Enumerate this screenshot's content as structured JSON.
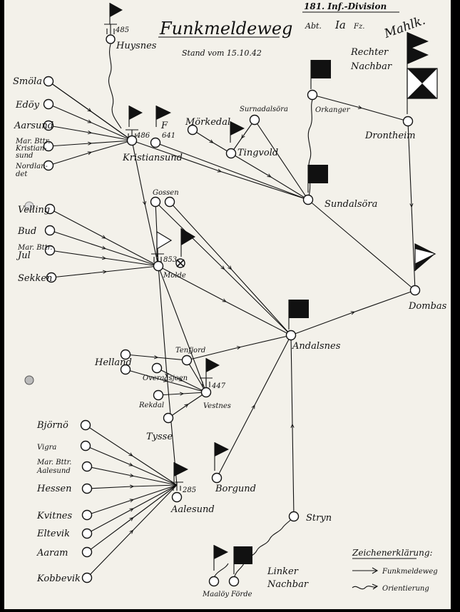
{
  "header": {
    "title": "Funkmeldeweg",
    "subtitle": "Stand vom 15.10.42",
    "stamp_line1": "181. Inf.-Division",
    "stamp_abt": "Abt.",
    "stamp_ia": "Ia",
    "stamp_fz": "Fz.",
    "signature": "Mahlk."
  },
  "labels": {
    "rechter1": "Rechter",
    "rechter2": "Nachbar",
    "linker1": "Linker",
    "linker2": "Nachbar",
    "code485": "485",
    "code486": "486",
    "code641": "641",
    "codeF": "F",
    "code853": "853",
    "code447": "447",
    "code285": "285"
  },
  "legend": {
    "title": "Zeichenerklärung:",
    "item1": "Funkmeldeweg",
    "item2": "Orientierung"
  },
  "places": {
    "huysnes": "Huysnes",
    "smola": "Smöla",
    "edoy": "Edöy",
    "aarsund": "Aarsund",
    "mar_kr_1": "Mar. Bttr.",
    "mar_kr_2": "Kristian-",
    "mar_kr_3": "sund",
    "nordlandet_1": "Nordlan-",
    "nordlandet_2": "det",
    "kristiansund": "Kristiansund",
    "morkedal": "Mörkedal",
    "surnadalsora": "Surnadalsöra",
    "tingvold": "Tingvold",
    "orkanger": "Orkanger",
    "drontheim": "Drontheim",
    "sundalsora": "Sundalsöra",
    "gossen": "Gossen",
    "velling": "Velling",
    "bud": "Bud",
    "mar_jul_1": "Mar. Bttr.",
    "mar_jul_2": "Jul",
    "sekken": "Sekken",
    "molde": "Molde",
    "dombas": "Dombas",
    "andalsnes": "Andalsnes",
    "tenfjord": "Tenfjord",
    "helland": "Helland",
    "overaasjoen": "Overaasjoen",
    "rekdal": "Rekdal",
    "vestnes": "Vestnes",
    "tysse": "Tysse",
    "bjorno": "Björnö",
    "vigra": "Vigra",
    "mar_aa_1": "Mar. Bttr.",
    "mar_aa_2": "Aalesund",
    "hessen": "Hessen",
    "kvitnes": "Kvitnes",
    "eltevik": "Eltevik",
    "aaram": "Aaram",
    "kobbevik": "Kobbevik",
    "aalesund": "Aalesund",
    "borgund": "Borgund",
    "stryn": "Stryn",
    "maaloy": "Maalöy",
    "forde": "Förde"
  }
}
